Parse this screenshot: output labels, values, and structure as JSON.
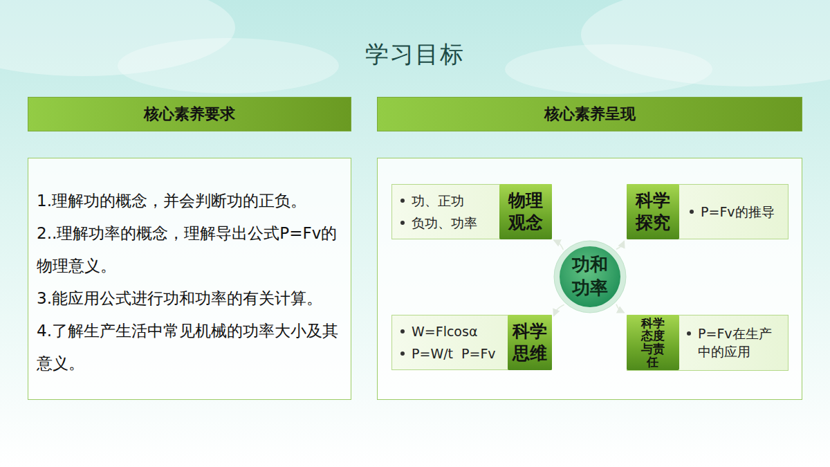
{
  "diagram": {
    "title": "学习目标",
    "nodes": [
      {
        "text": [
          "核心素养要求",
          "1.理解功的概念，并会判断功的正负。",
          "2..理解功率的概念，理解导出公式P=Fv的物理意义。",
          "3.能应用公式进行功和功率的有关计算。",
          "4.了解生产生活中常见机械的功率大小及其意义。"
        ]
      },
      {
        "text": [
          "核心素养呈现"
        ]
      },
      {
        "text": [
          "功、正功",
          "负功、功率"
        ],
        "in": 1
      },
      {
        "text": [
          "物理观念"
        ],
        "in": 2
      },
      {
        "text": [
          "P=Fv的推导"
        ],
        "in": 1
      },
      {
        "text": [
          "科学探究"
        ],
        "in": 4
      },
      {
        "text": [
          "功和功率"
        ],
        "in": 1
      },
      {
        "text": [
          "W=Flcosα",
          "P=W/t",
          "P=Fv"
        ],
        "in": 1
      },
      {
        "text": [
          "科学思维"
        ],
        "in": 7
      },
      {
        "text": [
          "P=Fv在生产中的应用"
        ],
        "in": 1
      },
      {
        "text": [
          "科学态度与责任"
        ],
        "in": 9
      }
    ],
    "edges": [
      {
        "from": 6,
        "to": 3,
        "arrow": "to"
      },
      {
        "from": 6,
        "to": 5,
        "arrow": "to"
      },
      {
        "from": 6,
        "to": 8,
        "arrow": "to"
      },
      {
        "from": 6,
        "to": 10,
        "arrow": "to"
      }
    ]
  }
}
